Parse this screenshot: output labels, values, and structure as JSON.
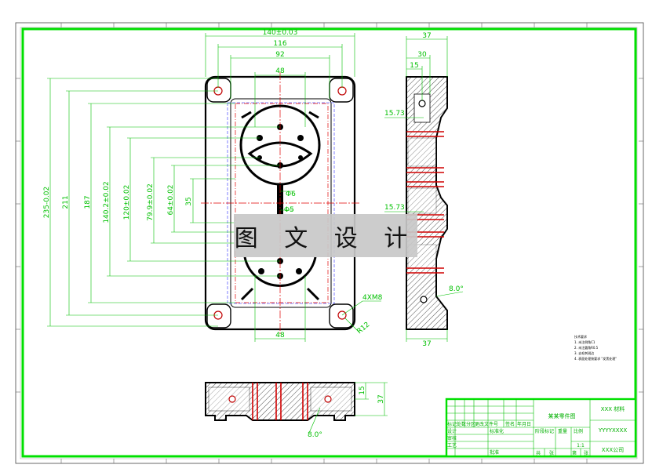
{
  "watermark": "图 文 设 计",
  "top_view": {
    "dims": {
      "overall_width": "140±0.03",
      "width_116": "116",
      "width_92": "92",
      "width_48_top": "48",
      "width_48_bottom": "48",
      "height_235": "235-0.02",
      "height_211": "211",
      "height_187": "187",
      "height_140": "140.2±0.02",
      "height_120": "120±0.02",
      "height_79": "79.9±0.02",
      "height_64": "64±0.02",
      "height_35": "35",
      "dia_6": "Φ6",
      "dia_5": "Φ5",
      "thread": "4XM8",
      "radius": "R12"
    }
  },
  "side_view": {
    "dims": {
      "width_37_top": "37",
      "width_30": "30",
      "width_15": "15",
      "chamfer_1": "15.73",
      "chamfer_2": "15.73",
      "angle": "8.0°",
      "width_37_bottom": "37"
    }
  },
  "bottom_view": {
    "dims": {
      "height_15": "15",
      "height_37": "37",
      "angle": "8.0°"
    }
  },
  "notes": {
    "title": "技术要求",
    "lines": [
      "1. 未注倒角C1",
      "2. 未注圆角R0.5",
      "3. 去毛刺锐边",
      "4. 表面处理按要求 \"发黑处理\""
    ]
  },
  "title_block": {
    "material_box": "XXX 材料",
    "part_name": "某某零件图",
    "drawing_no": "YYYYXXXX",
    "company": "XXX公司",
    "scale": "1:1",
    "header_cells": [
      "标记",
      "处数",
      "分区",
      "更改文件号",
      "签名",
      "年月日"
    ],
    "role_labels": [
      "设计",
      "标准化",
      "审核",
      "工艺",
      "批准"
    ],
    "stage_labels": [
      "阶段标记",
      "重量",
      "比例"
    ],
    "sheet_labels": [
      "共",
      "张",
      "第",
      "张"
    ]
  },
  "colors": {
    "frame": "#00e000",
    "dimension": "#00c000",
    "outline": "#000000",
    "centerline": "#e00000",
    "hidden": "#6060ff",
    "hatch": "#000000"
  }
}
